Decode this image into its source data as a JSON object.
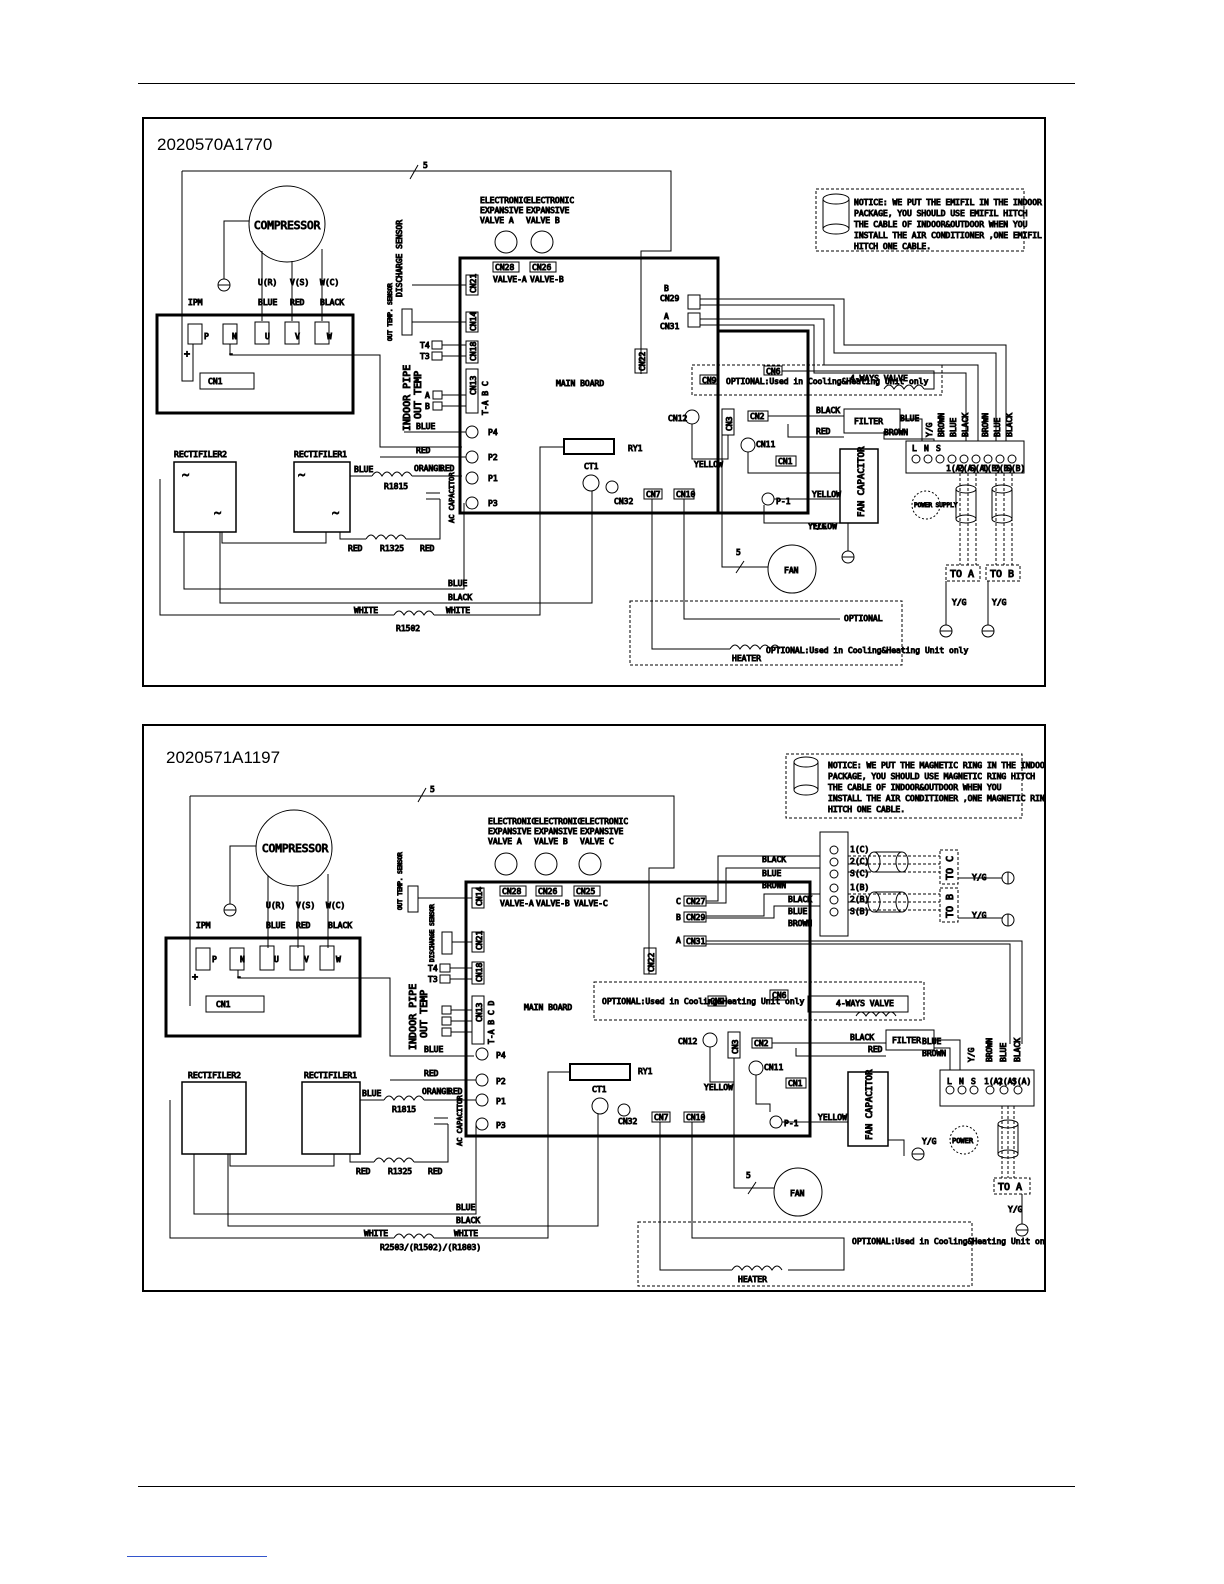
{
  "diagram1": {
    "code": "2020570A1770",
    "notice": [
      "NOTICE: WE PUT THE EMIFIL IN THE INDOOR",
      "PACKAGE, YOU SHOULD USE EMIFIL HITCH",
      "THE CABLE OF INDOOR&OUTDOOR WHEN YOU",
      "INSTALL THE AIR CONDITIONER ,ONE EMIFIL",
      "HITCH ONE CABLE."
    ],
    "compressor": "COMPRESSOR",
    "compressor_pins": [
      "U(R)",
      "V(S)",
      "W(C)"
    ],
    "compressor_wire_colors": [
      "BLUE",
      "RED",
      "BLACK"
    ],
    "ipm": "IPM",
    "ipm_pins": [
      "P",
      "N",
      "U",
      "V",
      "W"
    ],
    "cn1": "CN1",
    "valves": [
      {
        "l1": "ELECTRONIC",
        "l2": "EXPANSIVE",
        "l3": "VALVE A",
        "cn": "CN28",
        "sub": "VALVE-A"
      },
      {
        "l1": "ELECTRONIC",
        "l2": "EXPANSIVE",
        "l3": "VALVE B",
        "cn": "CN26",
        "sub": "VALVE-B"
      }
    ],
    "wire_count": "5",
    "discharge_sensor": "DISCHARGE SENSOR",
    "od_temp_sensor": "OUT TEMP. SENSOR",
    "connectors": {
      "cn21": "CN21",
      "cn14": "CN14",
      "cn18": "CN18",
      "cn13": "CN13",
      "t4": "T4",
      "t3": "T3",
      "tabc": "T-A B C",
      "a": "A",
      "b": "B",
      "cn22": "CN22",
      "cn29": "CN29",
      "cn31": "CN31",
      "b_lbl": "B",
      "a_lbl": "A"
    },
    "indoor_pipe": [
      "INDOOR PIPE",
      "OUT TEMP"
    ],
    "main_board": "MAIN BOARD",
    "p_terms": [
      "P4",
      "P2",
      "P1",
      "P3"
    ],
    "ry1": "RY1",
    "ct1": "CT1",
    "cn32": "CN32",
    "cn7": "CN7",
    "cn10": "CN10",
    "cn12": "CN12",
    "cn3": "CN3",
    "cn11": "CN11",
    "cn2": "CN2",
    "cn6": "CN6",
    "cn9": "CN9",
    "optional_4way": "OPTIONAL:Used in Cooling&Heating  Unit only",
    "four_way": "4-WAYS VALVE",
    "filter": "FILTER",
    "fan_capacitor": "FAN CAPACITOR",
    "p1_term": "P-1",
    "fan": "FAN",
    "rectifier1": "RECTIFILER1",
    "rectifier2": "RECTIFILER2",
    "r1815": "R1815",
    "r1325": "R1325",
    "r1502": "R1502",
    "ac_capacitor": "AC CAPACITOR",
    "wires": {
      "blue": "BLUE",
      "red": "RED",
      "orange": "ORANGE",
      "black": "BLACK",
      "white": "WHITE",
      "yellow": "YELLOW",
      "brown": "BROWN",
      "yg": "Y/G"
    },
    "terminal_labels": [
      "L",
      "N",
      "S",
      "1(A)",
      "2(A)",
      "S(A)",
      "1(B)",
      "2(B)",
      "S(B)"
    ],
    "power_supply": "POWER SUPPLY",
    "to_a": "TO A",
    "to_b": "TO B",
    "optional": "OPTIONAL",
    "heater": "HEATER",
    "optional_heater": "OPTIONAL:Used in Cooling&Heating  Unit only"
  },
  "diagram2": {
    "code": "2020571A1197",
    "notice": [
      "NOTICE: WE PUT THE MAGNETIC RING IN THE INDOOR",
      "PACKAGE, YOU SHOULD USE MAGNETIC RING HITCH",
      "THE CABLE OF INDOOR&OUTDOOR WHEN YOU",
      "INSTALL THE AIR CONDITIONER ,ONE MAGNETIC RING",
      "HITCH ONE CABLE."
    ],
    "valves": [
      {
        "l1": "ELECTRONIC",
        "l2": "EXPANSIVE",
        "l3": "VALVE A",
        "cn": "CN28",
        "sub": "VALVE-A"
      },
      {
        "l1": "ELECTRONIC",
        "l2": "EXPANSIVE",
        "l3": "VALVE B",
        "cn": "CN26",
        "sub": "VALVE-B"
      },
      {
        "l1": "ELECTRONIC",
        "l2": "EXPANSIVE",
        "l3": "VALVE C",
        "cn": "CN25",
        "sub": "VALVE-C"
      }
    ],
    "tabcd": "T-A B C D",
    "connectors2": {
      "cn27": "CN27",
      "c_lbl": "C"
    },
    "optional_4way": "OPTIONAL:Used in Cooling&Heating Unit only",
    "r_multi": "R2503/(R1502)/(R1803)",
    "power": "POWER",
    "to_c": "TO C",
    "to_b": "TO B",
    "to_a": "TO A",
    "optional_heater": "OPTIONAL:Used in Cooling&Heating Unit only",
    "terminal_labels": [
      "L",
      "N",
      "S",
      "1(A)",
      "2(A)",
      "S(A)"
    ],
    "terminal2_labels": [
      "1(C)",
      "2(C)",
      "S(C)",
      "1(B)",
      "2(B)",
      "S(B)"
    ]
  }
}
